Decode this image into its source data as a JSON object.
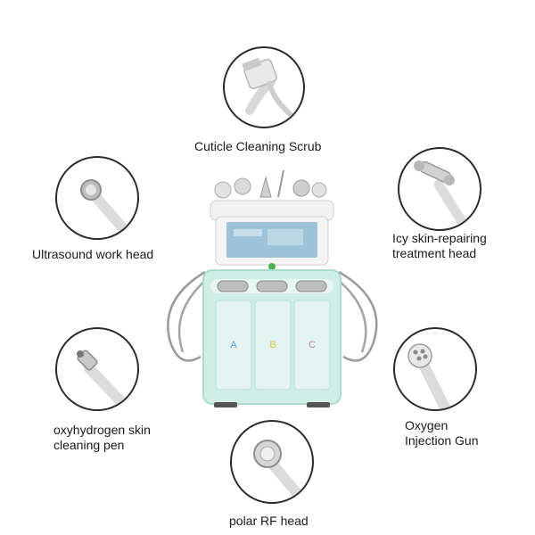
{
  "attachments": {
    "cuticle_scrub": {
      "label_lines": [
        "Cuticle Cleaning Scrub"
      ],
      "icon": "scrubber-head-icon"
    },
    "ultrasound": {
      "label_lines": [
        "Ultrasound work head"
      ],
      "icon": "ultrasound-head-icon"
    },
    "icy": {
      "label_lines": [
        "Icy skin-repairing",
        "treatment head"
      ],
      "icon": "icy-hammer-head-icon"
    },
    "oxyhydrogen": {
      "label_lines": [
        "oxyhydrogen skin",
        "cleaning pen"
      ],
      "icon": "oxyhydrogen-pen-icon"
    },
    "oxygen_gun": {
      "label_lines": [
        "Oxygen",
        "Injection Gun"
      ],
      "icon": "oxygen-gun-icon"
    },
    "polar_rf": {
      "label_lines": [
        "polar RF head"
      ],
      "icon": "rf-head-icon"
    }
  },
  "machine": {
    "icon": "facial-machine-icon",
    "bottle_labels": [
      "A",
      "B",
      "C"
    ],
    "colors": {
      "body": "#cfeee6",
      "body_dark": "#a9dccf",
      "cable": "#9a9a9a",
      "screen": "#9ec3d8"
    }
  }
}
